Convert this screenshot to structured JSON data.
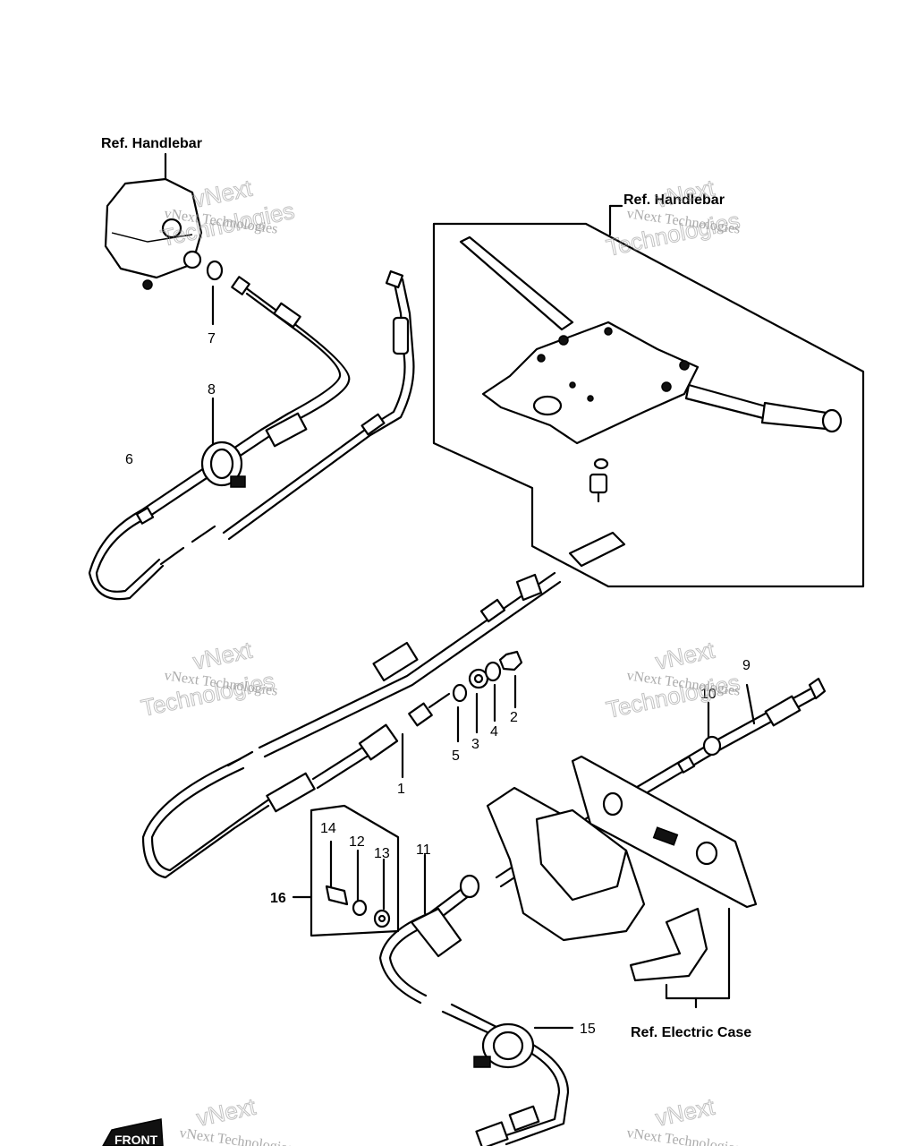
{
  "reference_labels": {
    "handlebar_left": "Ref. Handlebar",
    "handlebar_right": "Ref. Handlebar",
    "electric_case": "Ref. Electric Case"
  },
  "part_numbers": [
    "1",
    "2",
    "3",
    "4",
    "5",
    "6",
    "7",
    "8",
    "9",
    "10",
    "11",
    "12",
    "13",
    "14",
    "15",
    "16"
  ],
  "watermark": {
    "line1": "vNext Technologies",
    "line2a": "vNext",
    "line2b": "Technologies"
  },
  "badge": "FRONT"
}
